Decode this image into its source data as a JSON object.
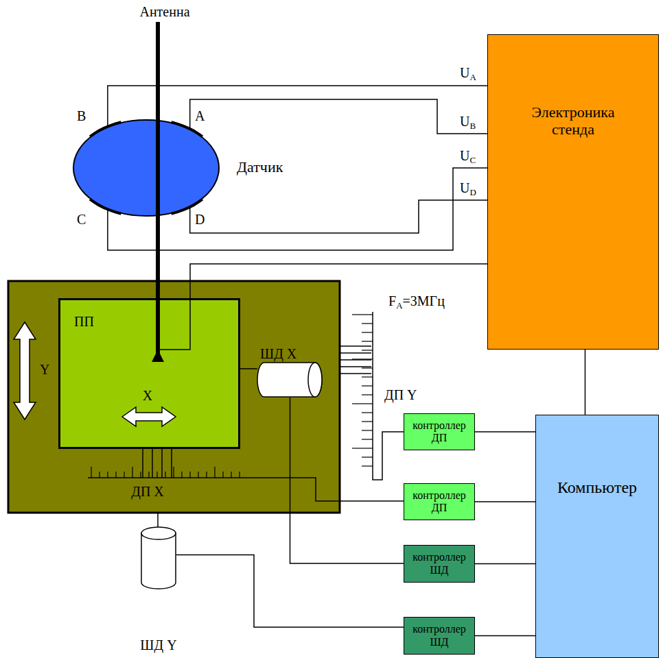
{
  "diagram": {
    "nodes": [
      {
        "text": [
          "Датчик"
        ]
      },
      {
        "text": [
          "Электроника стенда"
        ]
      },
      {
        "text": [
          "ПП"
        ]
      },
      {
        "text": [
          "ШД X"
        ]
      },
      {
        "text": [
          "ДП Y"
        ]
      },
      {
        "text": [
          "ДП X"
        ]
      },
      {
        "text": [
          "контроллер ДП"
        ]
      },
      {
        "text": [
          "контроллер ДП"
        ]
      },
      {
        "text": [
          "Компьютер"
        ]
      },
      {
        "text": [
          "контроллер ШД"
        ]
      },
      {
        "text": [
          "ШД Y"
        ]
      },
      {
        "text": [
          "контроллер ШД"
        ]
      }
    ],
    "edges": [
      {
        "from": 0,
        "to": 1,
        "arrow": "none",
        "label": "UA"
      },
      {
        "from": 0,
        "to": 1,
        "arrow": "none",
        "label": "UB"
      },
      {
        "from": 0,
        "to": 1,
        "arrow": "none",
        "label": "UC"
      },
      {
        "from": 0,
        "to": 1,
        "arrow": "none",
        "label": "UD"
      },
      {
        "from": 2,
        "to": 1,
        "arrow": "none",
        "label": "FA=3МГц"
      },
      {
        "from": 1,
        "to": 8,
        "arrow": "none"
      },
      {
        "from": 2,
        "to": 3,
        "arrow": "none"
      },
      {
        "from": 4,
        "to": 6,
        "arrow": "none"
      },
      {
        "from": 5,
        "to": 7,
        "arrow": "none"
      },
      {
        "from": 3,
        "to": 9,
        "arrow": "none"
      },
      {
        "from": 10,
        "to": 11,
        "arrow": "none"
      },
      {
        "from": 6,
        "to": 8,
        "arrow": "none"
      },
      {
        "from": 7,
        "to": 8,
        "arrow": "none"
      },
      {
        "from": 9,
        "to": 8,
        "arrow": "none"
      },
      {
        "from": 11,
        "to": 8,
        "arrow": "none"
      }
    ],
    "labels": [
      "Антенна",
      "B",
      "A",
      "C",
      "D",
      "Y",
      "X"
    ]
  }
}
